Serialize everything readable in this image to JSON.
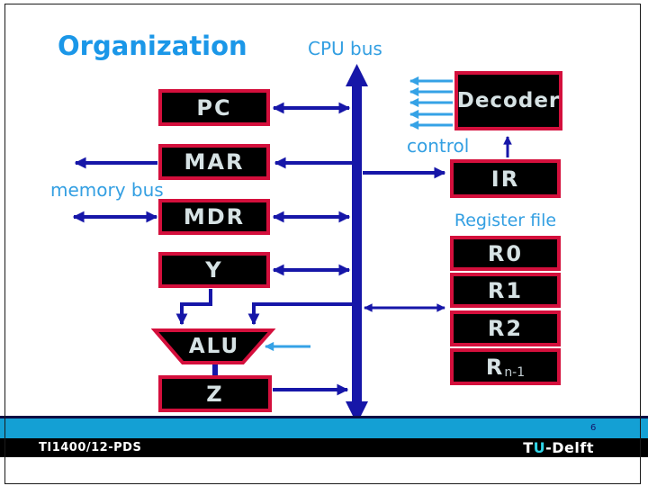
{
  "colors": {
    "title_blue": "#1b97e8",
    "label_blue": "#339fe2",
    "arrow_navy": "#1616a8",
    "control_light_blue": "#35a2e6",
    "box_border_red": "#d40f3c",
    "box_fill": "#000000",
    "box_text": "#d6e2e4",
    "footer_cyan": "#14a0d4",
    "footer_black": "#000000",
    "brand_u_cyan": "#2fd5e8"
  },
  "header": {
    "title": "Organization",
    "cpu_bus_label": "CPU bus"
  },
  "diagram": {
    "memory_bus_label": "memory bus",
    "control_label": "control",
    "register_file_label": "Register file",
    "boxes": {
      "pc": "PC",
      "mar": "MAR",
      "mdr": "MDR",
      "y": "Y",
      "alu": "ALU",
      "z": "Z",
      "decoder": "Decoder",
      "ir": "IR"
    },
    "registers": [
      {
        "label": "R0",
        "sub": ""
      },
      {
        "label": "R1",
        "sub": ""
      },
      {
        "label": "R2",
        "sub": ""
      },
      {
        "label": "R",
        "sub": "n-1"
      }
    ]
  },
  "footer": {
    "course_code": "TI1400/12-PDS",
    "page_number": "6",
    "brand": {
      "t": "T",
      "u": "U",
      "rest": "-Delft"
    }
  }
}
